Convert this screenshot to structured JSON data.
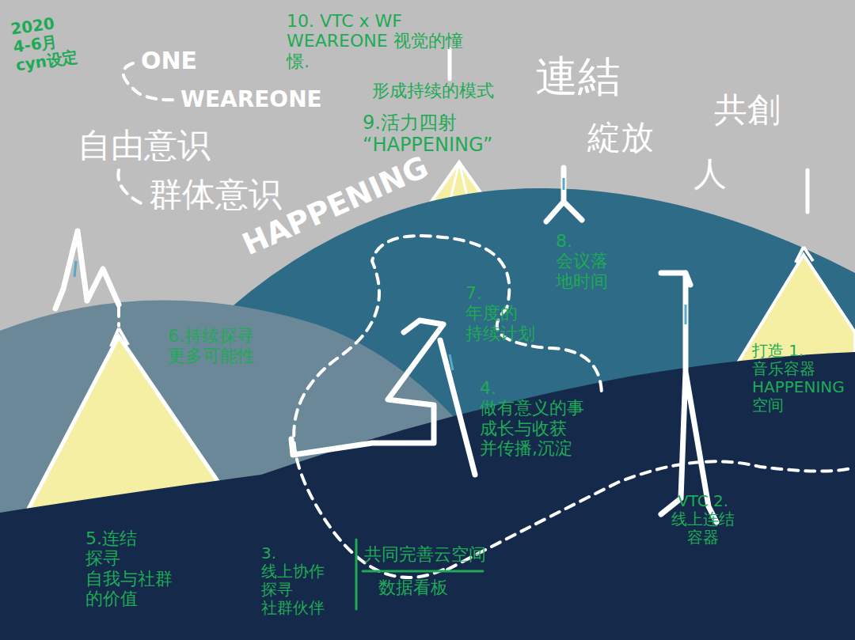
{
  "diagram": {
    "labels": [
      "2020 4-6月 cyn设定",
      "ONE",
      "WEAREONE",
      "自由意识",
      "群体意识",
      "10. VTC x WF WEAREONE 视觉的憧憬.",
      "形成持续的模式",
      "9.活力四射 “HAPPENING”",
      "HAPPENING",
      "連結",
      "綻放",
      "共創",
      "人",
      "6.持续探寻 更多可能性",
      "7. 年度的 持续计划",
      "8.会议落 地时间",
      "打造 1.音乐容器 HAPPENING 空间",
      "4.做有意义的事 成长与收获 并传播,沉淀",
      "5.连结 探寻 自我与社群 的价值",
      "3.线上协作 探寻 社群伙伴",
      "共同完善云空间",
      "数据看板",
      "VTC 2.线上连结 容器"
    ]
  }
}
